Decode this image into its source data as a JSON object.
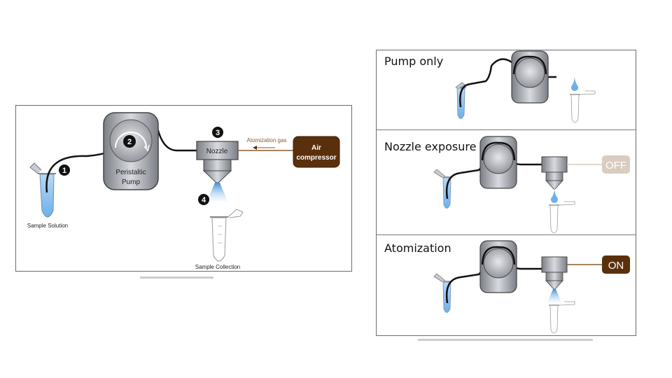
{
  "left_diagram": {
    "steps": [
      "1",
      "2",
      "3",
      "4"
    ],
    "labels": {
      "sample_solution": "Sample Solution",
      "pump_line1": "Peristaltic",
      "pump_line2": "Pump",
      "nozzle": "Nozzle",
      "gas": "Atomization gas",
      "compressor_line1": "Air",
      "compressor_line2": "compressor",
      "sample_collection": "Sample Collection"
    }
  },
  "right_diagram": {
    "sections": [
      {
        "title": "Pump only"
      },
      {
        "title": "Nozzle exposure",
        "compressor_state": "OFF"
      },
      {
        "title": "Atomization",
        "compressor_state": "ON"
      }
    ]
  },
  "colors": {
    "compressor_on": "#5a300c",
    "compressor_off": "#d9ccc0",
    "gas_line": "#8a5a2b",
    "liquid": "#8fc3ee",
    "tube": "#111111",
    "pump_body": "#9a9ca3"
  }
}
